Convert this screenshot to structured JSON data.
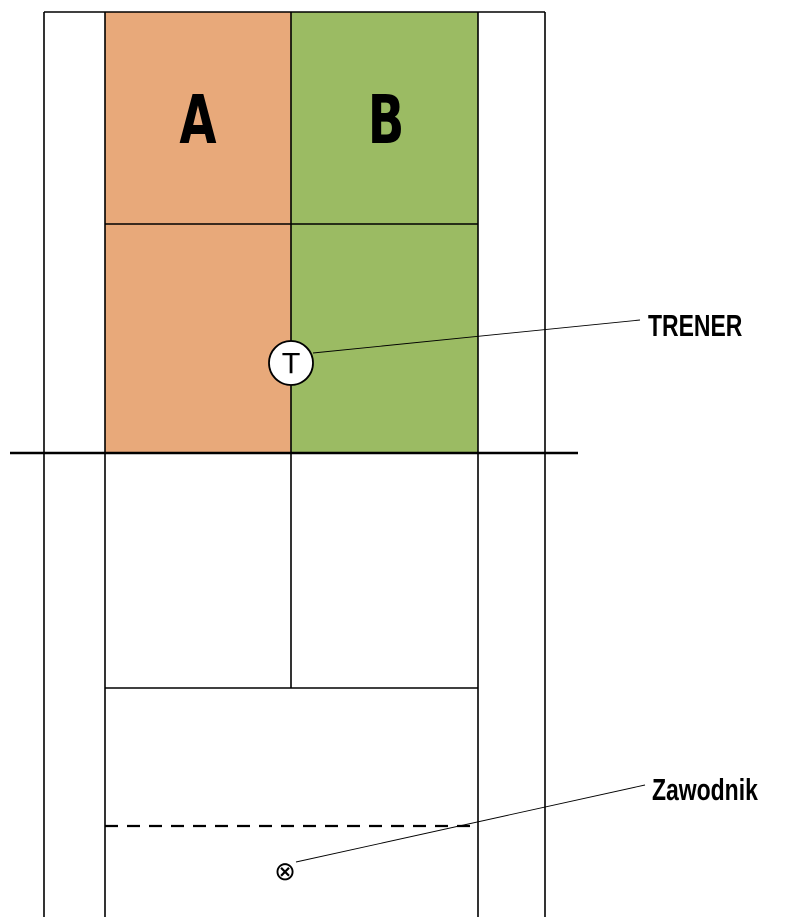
{
  "zones": {
    "a": {
      "label": "A",
      "color": "#E8A97A"
    },
    "b": {
      "label": "B",
      "color": "#9BBB63"
    }
  },
  "coach": {
    "symbol": "T",
    "label": "TRENER"
  },
  "player": {
    "symbol": "⊗",
    "label": "Zawodnik"
  },
  "colors": {
    "line": "#000000",
    "background": "#ffffff"
  }
}
